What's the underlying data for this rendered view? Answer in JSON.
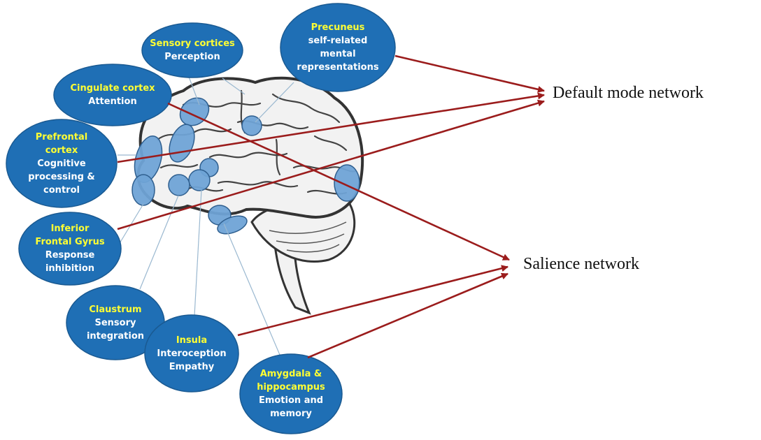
{
  "colors": {
    "bubble_fill": "#1f6fb5",
    "bubble_stroke": "#1a5a92",
    "title_text": "#ffff33",
    "body_text": "#ffffff",
    "region_fill": "#6fa3d6",
    "arrow": "#9b1c1c",
    "leader_line": "#9ab8d0"
  },
  "regions": [
    {
      "id": "sensory",
      "title": "Sensory cortices",
      "function": "Perception"
    },
    {
      "id": "precuneus",
      "title": "Precuneus",
      "function": "self-related\nmental\nrepresentations"
    },
    {
      "id": "cingulate",
      "title": "Cingulate cortex",
      "function": "Attention"
    },
    {
      "id": "prefrontal",
      "title": "Prefrontal\ncortex",
      "function": "Cognitive\nprocessing &\ncontrol"
    },
    {
      "id": "ifg",
      "title": "Inferior\nFrontal Gyrus",
      "function": "Response\ninhibition"
    },
    {
      "id": "claustrum",
      "title": "Claustrum",
      "function": "Sensory\nintegration"
    },
    {
      "id": "insula",
      "title": "Insula",
      "function": "Interoception\nEmpathy"
    },
    {
      "id": "amygdala",
      "title": "Amygdala &\nhippocampus",
      "function": "Emotion and\nmemory"
    }
  ],
  "networks": {
    "default_mode": "Default mode network",
    "salience": "Salience network"
  },
  "connections": [
    {
      "from": "precuneus",
      "to": "default_mode"
    },
    {
      "from": "prefrontal",
      "to": "default_mode"
    },
    {
      "from": "ifg",
      "to": "default_mode"
    },
    {
      "from": "cingulate",
      "to": "salience"
    },
    {
      "from": "insula",
      "to": "salience"
    },
    {
      "from": "amygdala",
      "to": "salience"
    }
  ]
}
